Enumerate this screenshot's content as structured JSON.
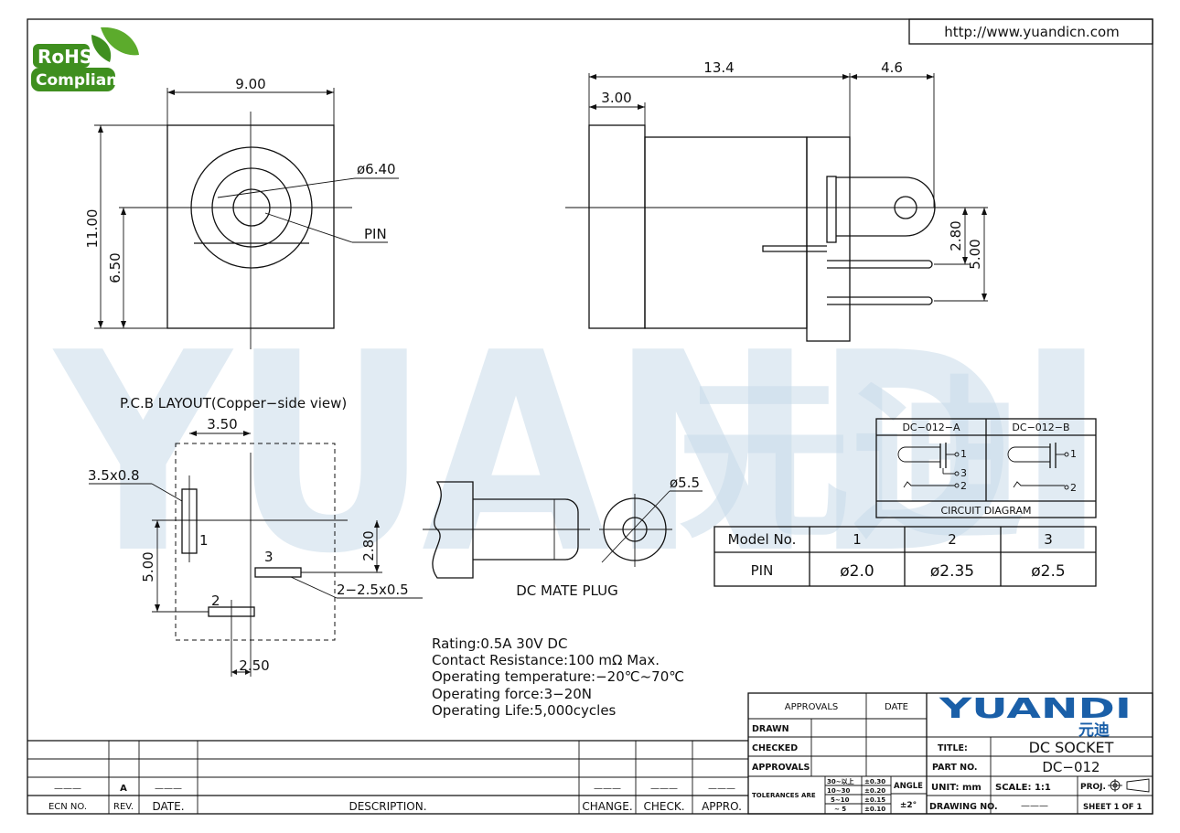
{
  "header": {
    "url": "http://www.yuandicn.com"
  },
  "logo": {
    "line1": "RoHS",
    "line2": "Compliant"
  },
  "watermark": {
    "brand": "YUANDI",
    "cn": "元迪"
  },
  "front_view": {
    "width_dim": "9.00",
    "height_dim": "11.00",
    "pin_height_dim": "6.50",
    "dia_dim": "ø6.40",
    "pin_label": "PIN"
  },
  "side_view": {
    "len_dim": "13.4",
    "tail_dim": "4.6",
    "front_dim": "3.00",
    "pin_dim_a": "2.80",
    "pin_dim_b": "5.00"
  },
  "pcb": {
    "title": "P.C.B LAYOUT(Copper−side view)",
    "dim_top": "3.50",
    "pad1_dim": "3.5x0.8",
    "dim_left": "5.00",
    "dim_right": "2.80",
    "pad23_dim": "2−2.5x0.5",
    "dim_bottom": "2.50",
    "pin1": "1",
    "pin2": "2",
    "pin3": "3"
  },
  "plug": {
    "label": "DC MATE PLUG",
    "dia_dim": "ø5.5"
  },
  "specs": [
    "Rating:0.5A 30V DC",
    "Contact Resistance:100 mΩ Max.",
    "Operating temperature:−20℃~70℃",
    "Operating force:3−20N",
    "Operating Life:5,000cycles"
  ],
  "circuit": {
    "variant_a": "DC−012−A",
    "variant_b": "DC−012−B",
    "title": "CIRCUIT DIAGRAM",
    "n1": "1",
    "n2": "2",
    "n3": "3"
  },
  "model_table": {
    "headers": [
      "Model No.",
      "1",
      "2",
      "3"
    ],
    "row_label": "PIN",
    "values": [
      "ø2.0",
      "ø2.35",
      "ø2.5"
    ]
  },
  "title_block": {
    "approvals_hdr": "APPROVALS",
    "date_hdr": "DATE",
    "drawn": "DRAWN",
    "checked": "CHECKED",
    "approvals": "APPROVALS",
    "tolerances": "TOLERANCES ARE",
    "tol_ranges": [
      "30~以上",
      "10~30",
      "5~10",
      "~ 5"
    ],
    "tol_values": [
      "±0.30",
      "±0.20",
      "±0.15",
      "±0.10"
    ],
    "angle": "ANGLE",
    "angle_val": "±2°",
    "brand": "YUANDI",
    "brand_cn": "元迪",
    "title_lbl": "TITLE:",
    "title_val": "DC SOCKET",
    "part_lbl": "PART NO.",
    "part_val": "DC−012",
    "unit": "UNIT: mm",
    "scale": "SCALE:   1:1",
    "proj": "PROJ.",
    "drawing_no": "DRAWING NO.",
    "drawing_val": "———",
    "sheet": "SHEET   1  OF  1"
  },
  "revision_block": {
    "ecn": "ECN NO.",
    "rev": "REV.",
    "date": "DATE.",
    "desc": "DESCRIPTION.",
    "change": "CHANGE.",
    "check": "CHECK.",
    "appro": "APPRO.",
    "rev_val": "A",
    "dash": "———"
  }
}
